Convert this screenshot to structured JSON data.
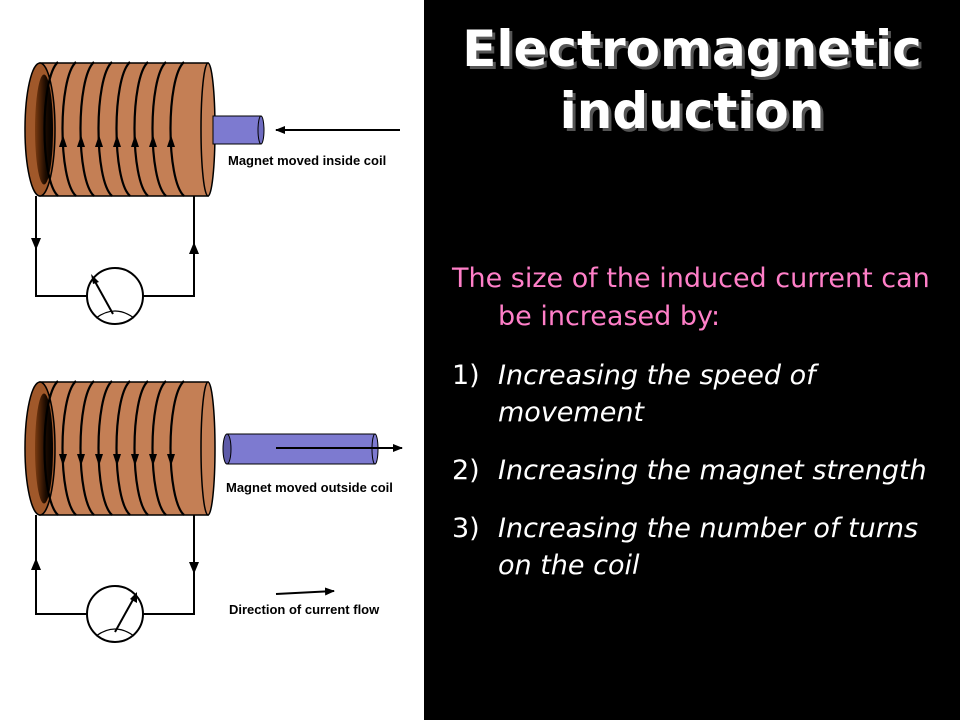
{
  "title": "Electromagnetic induction",
  "intro": "The size of the induced current can be increased by:",
  "items": [
    {
      "num": "1)",
      "text": "Increasing the speed of movement"
    },
    {
      "num": "2)",
      "text": "Increasing the magnet strength"
    },
    {
      "num": "3)",
      "text": "Increasing the number of turns on the coil"
    }
  ],
  "diagram": {
    "label_inside": "Magnet moved inside coil",
    "label_outside": "Magnet moved outside coil",
    "label_direction": "Direction of current flow"
  },
  "colors": {
    "copper": "#c47f55",
    "copper_dark": "#8a4a1e",
    "magnet": "#7d7ad0",
    "intro_text": "#ff7fc8"
  }
}
